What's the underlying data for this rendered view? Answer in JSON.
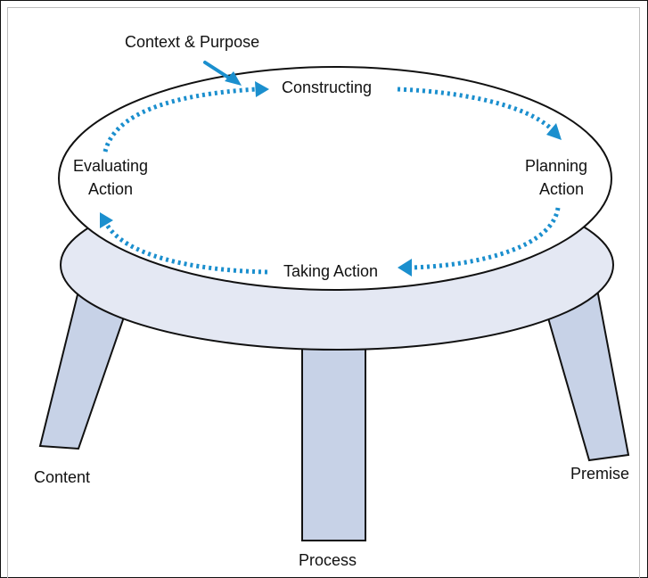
{
  "diagram": {
    "annotation_context": "Context & Purpose",
    "cycle": {
      "constructing": "Constructing",
      "planning_line1": "Planning",
      "planning_line2": "Action",
      "taking_action": "Taking Action",
      "evaluating_line1": "Evaluating",
      "evaluating_line2": "Action"
    },
    "legs": {
      "content": "Content",
      "process": "Process",
      "premise": "Premise"
    }
  },
  "colors": {
    "arrow": "#1b8fce",
    "seat_top": "#ffffff",
    "seat_rim": "#e4e8f3",
    "legs": "#c7d2e7",
    "outline": "#111111"
  }
}
